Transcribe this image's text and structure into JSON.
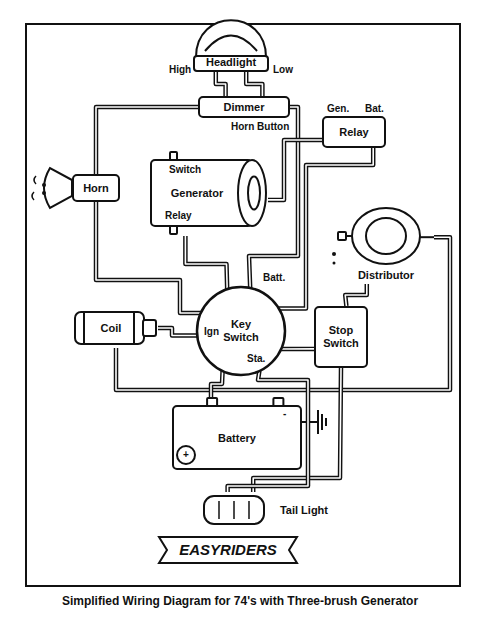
{
  "diagram": {
    "caption": "Simplified Wiring Diagram for 74's with Three-brush Generator",
    "nodes": [
      {
        "text": [
          "Headlight"
        ]
      },
      {
        "text": [
          "Dimmer"
        ]
      },
      {
        "text": [
          "Relay"
        ]
      },
      {
        "text": [
          "Generator"
        ]
      },
      {
        "text": [
          "Horn"
        ]
      },
      {
        "text": [
          "Distributor"
        ]
      },
      {
        "text": [
          "Coil"
        ]
      },
      {
        "text": [
          "Key Switch"
        ]
      },
      {
        "text": [
          "Stop Switch"
        ]
      },
      {
        "text": [
          "Battery"
        ]
      },
      {
        "text": [
          "Tail Light"
        ]
      },
      {
        "text": [
          "EASYRIDERS"
        ]
      }
    ],
    "edges": [
      {
        "from": 0,
        "to": 1,
        "arrow": "none"
      },
      {
        "from": 0,
        "to": 1,
        "arrow": "none"
      },
      {
        "from": 1,
        "to": 4,
        "arrow": "none"
      },
      {
        "from": 1,
        "to": 7,
        "arrow": "none"
      },
      {
        "from": 2,
        "to": 3,
        "arrow": "none"
      },
      {
        "from": 2,
        "to": 7,
        "arrow": "none"
      },
      {
        "from": 3,
        "to": 7,
        "arrow": "none"
      },
      {
        "from": 4,
        "to": 7,
        "arrow": "none"
      },
      {
        "from": 6,
        "to": 7,
        "arrow": "none"
      },
      {
        "from": 6,
        "to": 5,
        "arrow": "none"
      },
      {
        "from": 7,
        "to": 8,
        "arrow": "none"
      },
      {
        "from": 8,
        "to": 10,
        "arrow": "none"
      },
      {
        "from": 7,
        "to": 10,
        "arrow": "none"
      },
      {
        "from": 9,
        "to": 7,
        "arrow": "none"
      },
      {
        "from": 5,
        "to": 8,
        "arrow": "none"
      }
    ],
    "labels": [
      "High",
      "Low",
      "Horn Button",
      "Gen.",
      "Bat.",
      "Switch",
      "Relay",
      "Batt.",
      "Ign",
      "Sta.",
      "+",
      "-"
    ]
  }
}
